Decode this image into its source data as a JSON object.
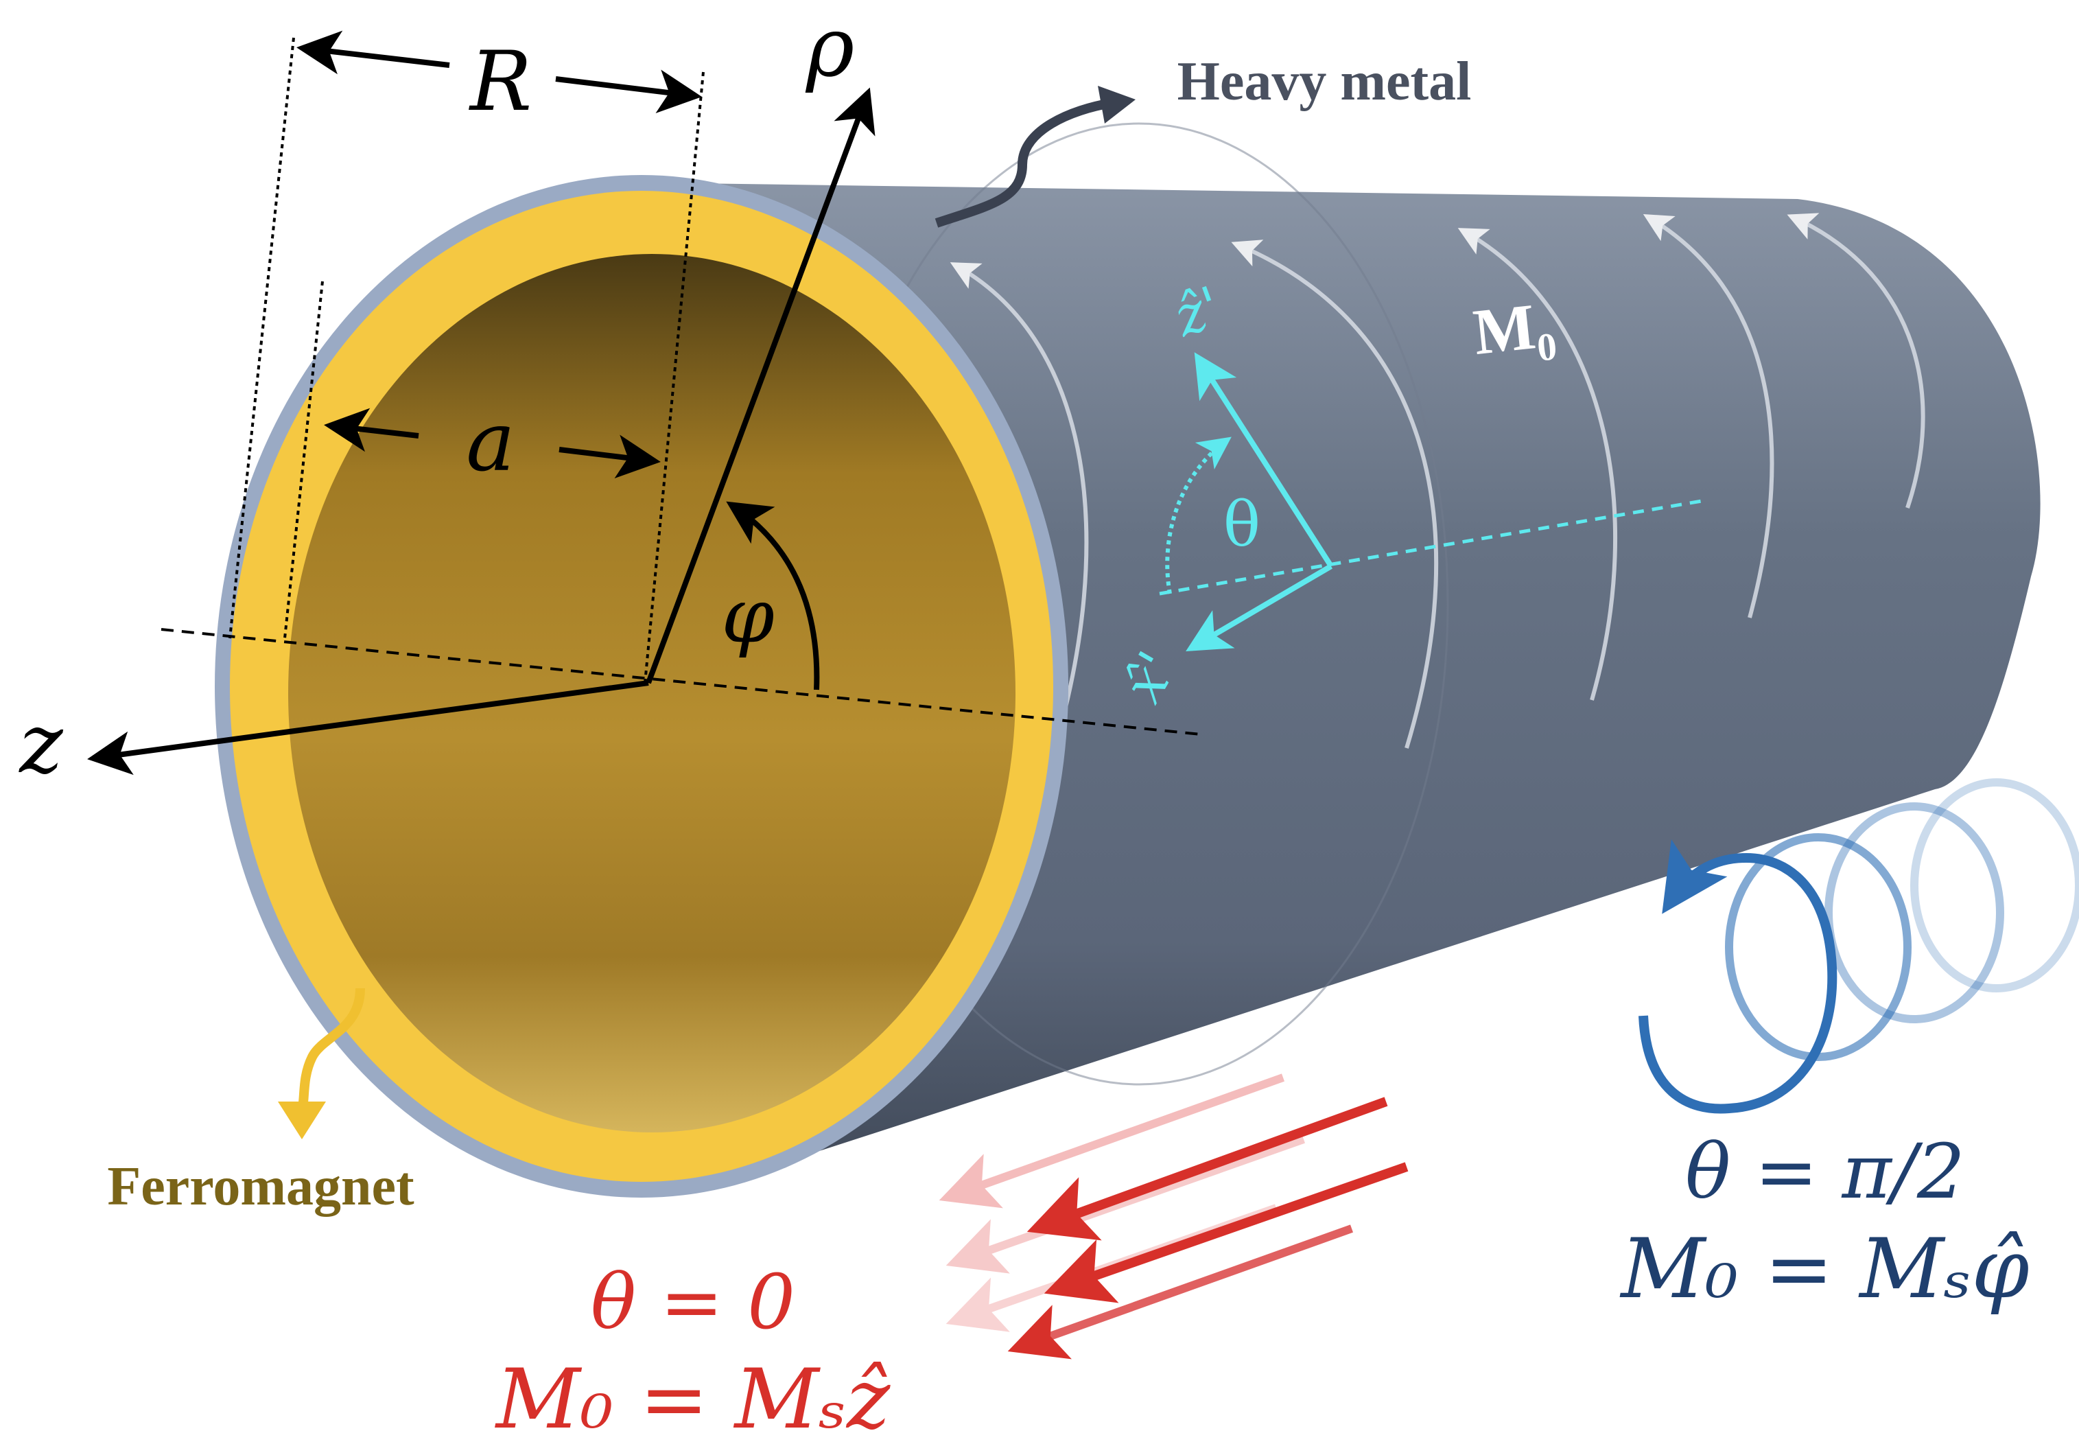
{
  "labels": {
    "heavy_metal": "Heavy metal",
    "ferromagnet": "Ferromagnet",
    "R": "R",
    "a": "a",
    "rho": "ρ",
    "phi": "φ",
    "z": "z",
    "theta": "θ",
    "x_prime": "x̂'",
    "z_prime": "ẑ'",
    "M0_on_tube": "M₀"
  },
  "cases": [
    {
      "theta": "θ = 0",
      "magnetization": "M₀ = Mₛẑ",
      "color": "#d7302a"
    },
    {
      "theta": "θ = π/2",
      "magnetization": "M₀ = Mₛφ̂",
      "color": "#1f3f6e"
    }
  ],
  "colors": {
    "tube_body": "#5f6b7d",
    "tube_rim": "#9aaac4",
    "ferromagnet_ring": "#f5c842",
    "tube_interior": "#b8902c",
    "local_axes": "#5ee9ee",
    "circular_arrows": "#2f6fb5",
    "heavy_metal_label": "#4a5160",
    "ferromagnet_label": "#7a6418"
  }
}
